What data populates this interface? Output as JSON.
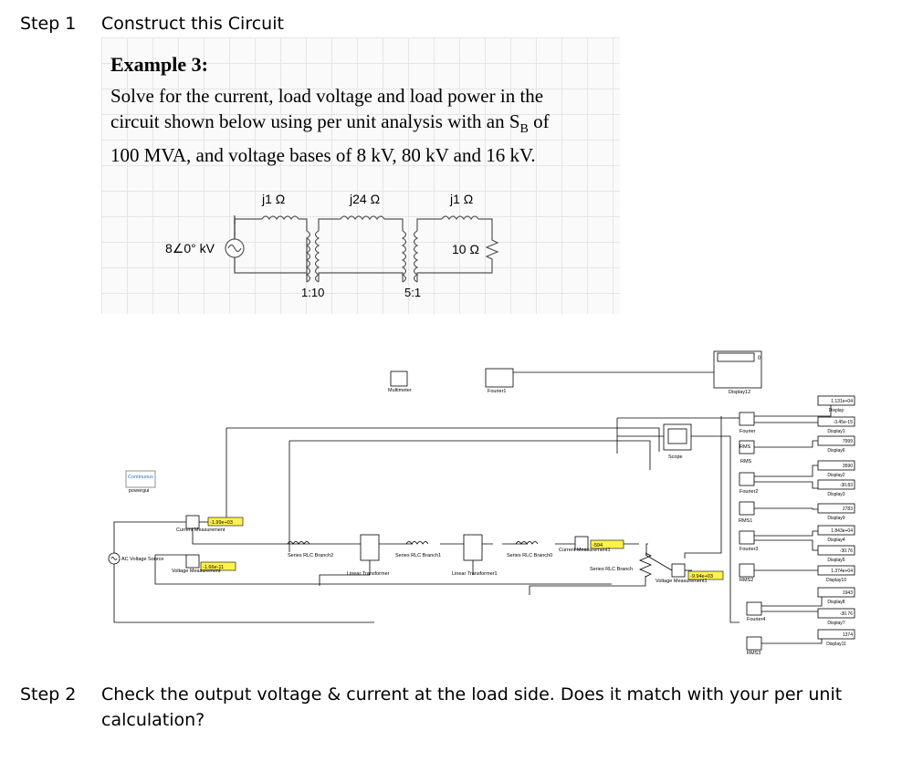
{
  "steps": [
    {
      "label": "Step 1",
      "text": "Construct this Circuit"
    },
    {
      "label": "Step 2",
      "text_line1": "Check the output voltage & current at the load side. Does it match with your per unit",
      "text_line2": "calculation?"
    }
  ],
  "example": {
    "title": "Example 3:",
    "line1": "Solve for the current, load voltage and load power in the",
    "line2": "circuit shown below using per unit analysis with an S",
    "line2_sub": "B",
    "line2_end": " of",
    "line3": "100 MVA, and voltage bases of 8 kV, 80 kV  and 16 kV."
  },
  "circuit": {
    "source": "8∠0° kV",
    "x1": "j1 Ω",
    "x2": "j24 Ω",
    "x3": "j1 Ω",
    "load": "10 Ω",
    "t1_ratio": "1:10",
    "t2_ratio": "5:1"
  },
  "simulink": {
    "powergui_label": "Continuous",
    "powergui_name": "powergui",
    "multimeter": "Multimeter",
    "fourier_top": "Fourier1",
    "display12": "Display12",
    "scope": "Scope",
    "ac_source": "AC Voltage Source",
    "current_meas": "Current Measurement",
    "current_meas_value": "-1.99e+03",
    "voltage_meas": "Voltage Measurement",
    "voltage_meas_value": "-1.66e-11",
    "rlc2": "Series RLC Branch2",
    "rlc1": "Series RLC Branch1",
    "rlc0": "Series RLC Branch0",
    "rlc_load": "Series RLC Branch",
    "lt": "Linear Transformer",
    "lt1": "Linear Transformer1",
    "current_meas1": "Current Measurement1",
    "current_meas1_value": "-594",
    "voltage_meas1": "Voltage Measurement1",
    "voltage_meas1_value": "-9.94e+03",
    "fourier": "Fourier",
    "fourier2": "Fourier2",
    "fourier3": "Fourier3",
    "fourier4": "Fourier4",
    "rms": "RMS",
    "rms1": "RMS1",
    "rms2": "RMS2",
    "rms3": "RMS3",
    "displays": [
      {
        "name": "Display",
        "value": "1.131e+04"
      },
      {
        "name": "Display1",
        "value": "-3.45e-15"
      },
      {
        "name": "Display6",
        "value": "7999"
      },
      {
        "name": "Display2",
        "value": "3590"
      },
      {
        "name": "Display3",
        "value": "-30.83"
      },
      {
        "name": "Display9",
        "value": "2783"
      },
      {
        "name": "Display4",
        "value": "1.843e+04"
      },
      {
        "name": "Display5",
        "value": "-30.76"
      },
      {
        "name": "Display10",
        "value": "1.374e+04"
      },
      {
        "name": "Display8",
        "value": "1943"
      },
      {
        "name": "Display7",
        "value": "-30.76"
      },
      {
        "name": "Display11",
        "value": "1374"
      }
    ],
    "display12_value": "0"
  },
  "colors": {
    "meas_highlight": "#fff24a",
    "powergui_blue": "#2b6fd6",
    "sim_line": "#000000"
  }
}
